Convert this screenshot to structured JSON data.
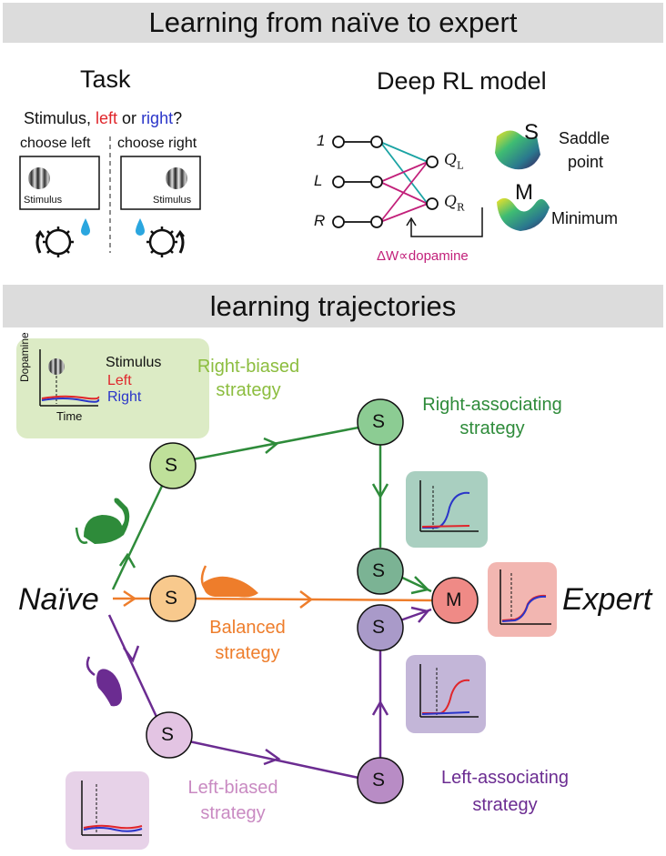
{
  "banner_top": "Learning from naïve to expert",
  "banner_mid": "learning trajectories",
  "task": {
    "title": "Task",
    "question_prefix": "Stimulus, ",
    "question_left": "left",
    "question_or": " or ",
    "question_right": "right",
    "question_suffix": "?",
    "choose_left": "choose left",
    "choose_right": "choose right",
    "stimulus_label": "Stimulus"
  },
  "model": {
    "title": "Deep RL model",
    "input_1": "1",
    "input_L": "L",
    "input_R": "R",
    "q_left": "Q",
    "q_left_sub": "L",
    "q_right": "Q",
    "q_right_sub": "R",
    "dopamine_rule": "ΔW∝dopamine",
    "saddle_letter": "S",
    "saddle_line1": "Saddle",
    "saddle_line2": "point",
    "minimum_letter": "M",
    "minimum_label": "Minimum"
  },
  "inset_legend": {
    "ylabel": "Dopamine",
    "xlabel": "Time",
    "stimulus": "Stimulus",
    "left": "Left",
    "right": "Right"
  },
  "nodes": {
    "right_biased_letter": "S",
    "balanced_letter": "S",
    "left_biased_letter": "S",
    "right_assoc_letter": "S",
    "mid_upper_letter": "S",
    "mid_lower_letter": "S",
    "left_assoc_letter": "S",
    "minimum_letter": "M"
  },
  "labels": {
    "naive": "Naïve",
    "expert": "Expert",
    "right_biased_1": "Right-biased",
    "right_biased_2": "strategy",
    "right_assoc_1": "Right-associating",
    "right_assoc_2": "strategy",
    "balanced_1": "Balanced",
    "balanced_2": "strategy",
    "left_biased_1": "Left-biased",
    "left_biased_2": "strategy",
    "left_assoc_1": "Left-associating",
    "left_assoc_2": "strategy"
  },
  "colors": {
    "left": "#e0262b",
    "right": "#2a35c9",
    "green_light": "#8cbd3f",
    "green_dark": "#2e8b3a",
    "orange": "#ee7d2b",
    "purple": "#6b2c91",
    "pink": "#c98ac2",
    "dopamine": "#c2207a",
    "teal": "#1aa3a3"
  }
}
